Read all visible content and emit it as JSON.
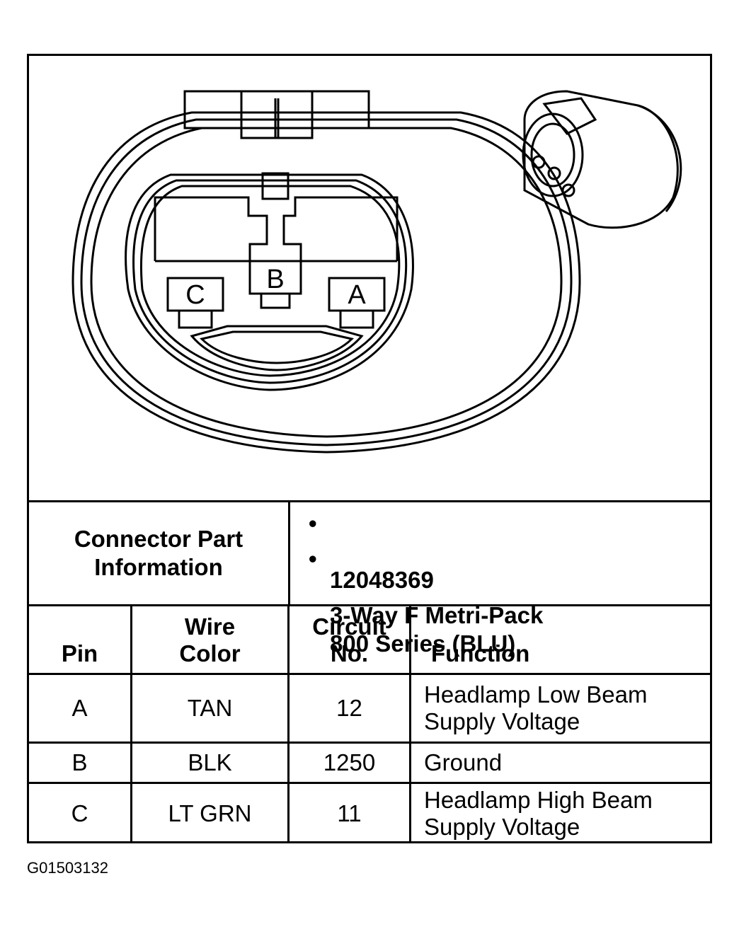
{
  "connector": {
    "pin_labels": [
      "C",
      "B",
      "A"
    ]
  },
  "part_info": {
    "label": "Connector Part\nInformation",
    "items": [
      "12048369",
      "3-Way F Metri-Pack\n800 Series (BLU)"
    ]
  },
  "table": {
    "headers": {
      "pin": "Pin",
      "wire_color": "Wire\nColor",
      "circuit": "Circuit\nNo.",
      "function": "Function"
    },
    "rows": [
      {
        "pin": "A",
        "wire_color": "TAN",
        "circuit": "12",
        "function": "Headlamp Low Beam\nSupply Voltage"
      },
      {
        "pin": "B",
        "wire_color": "BLK",
        "circuit": "1250",
        "function": "Ground"
      },
      {
        "pin": "C",
        "wire_color": "LT GRN",
        "circuit": "11",
        "function": "Headlamp High Beam\nSupply Voltage"
      }
    ]
  },
  "figure_id": "G01503132"
}
